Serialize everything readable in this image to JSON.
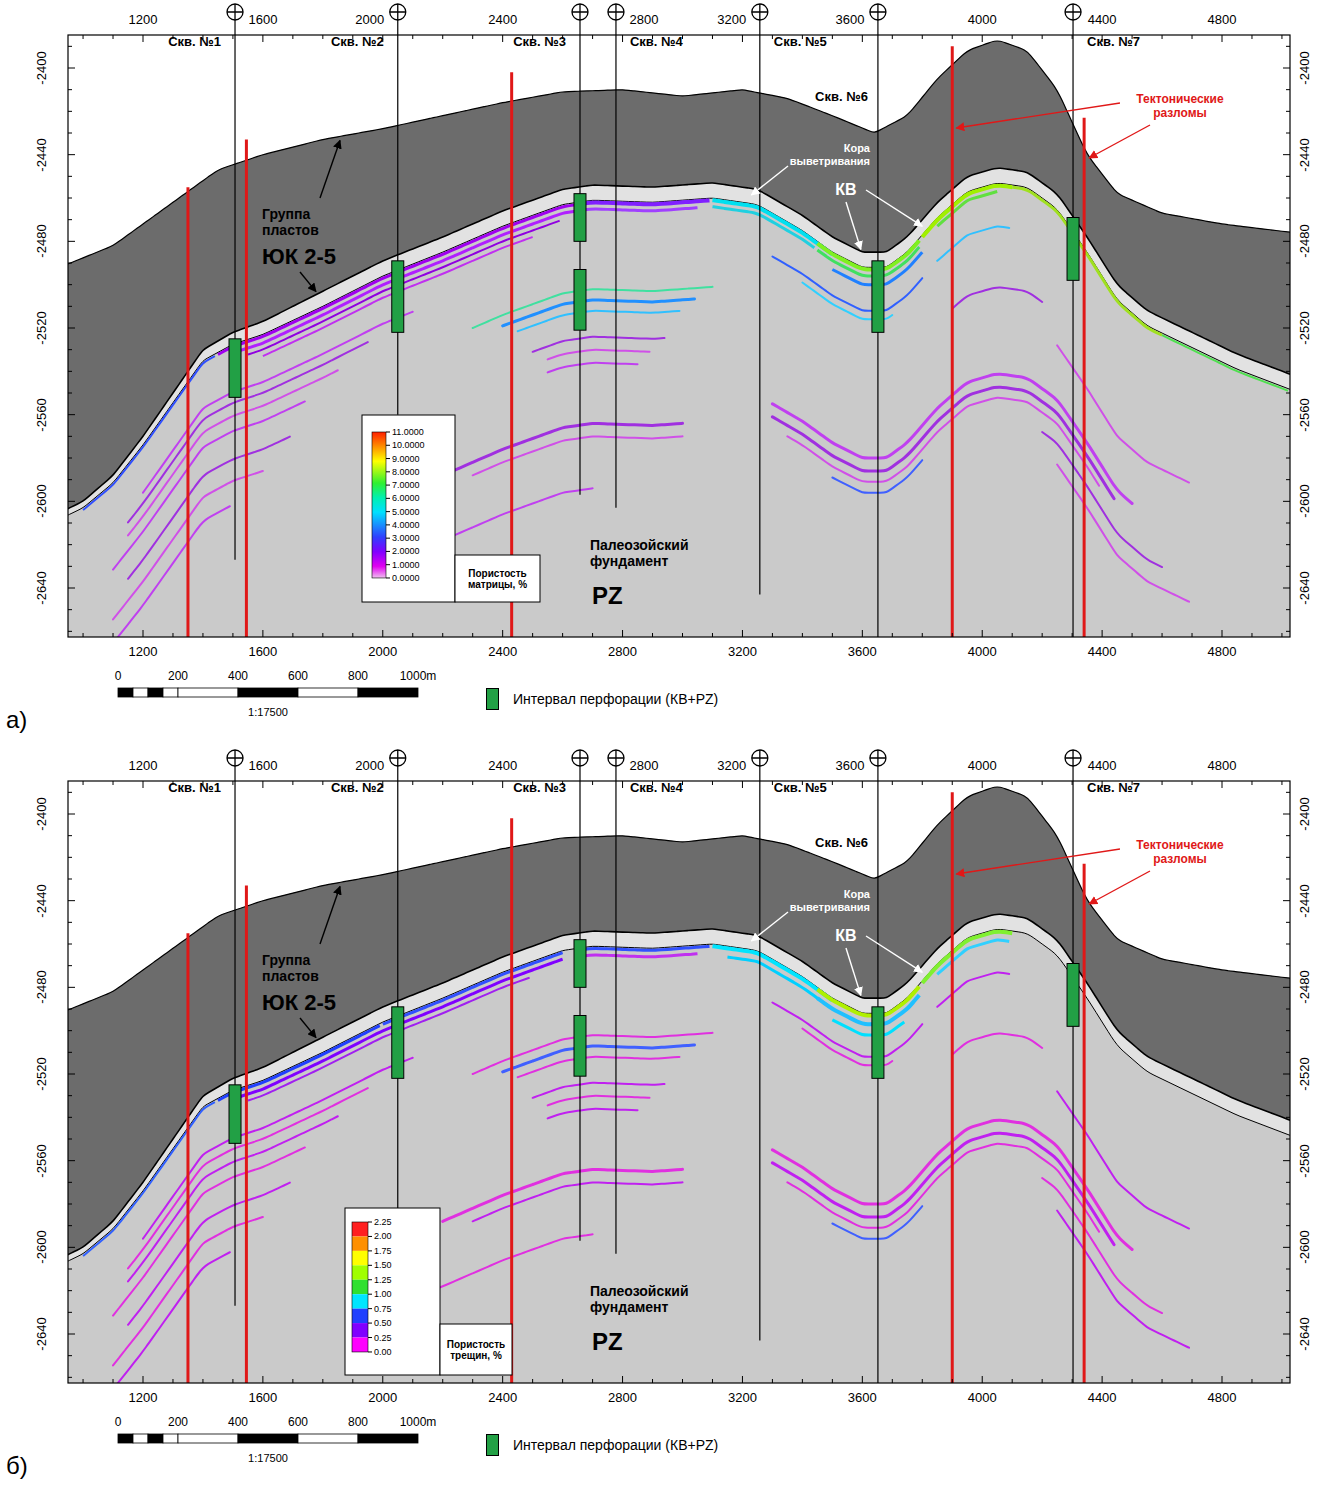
{
  "diagram": {
    "labels": [
      "а)",
      "1200",
      "1600",
      "2000",
      "2400",
      "2800",
      "3200",
      "3600",
      "4000",
      "4400",
      "4800",
      "1200",
      "1600",
      "2000",
      "2400",
      "2800",
      "3200",
      "3600",
      "4000",
      "4400",
      "4800",
      "-2400",
      "-2440",
      "-2480",
      "-2520",
      "-2560",
      "-2600",
      "-2640",
      "-2400",
      "-2440",
      "-2480",
      "-2520",
      "-2560",
      "-2600",
      "-2640",
      "Скв. №1",
      "Скв. №2",
      "Скв. №3",
      "Скв. №4",
      "Скв. №5",
      "Скв. №6",
      "Скв. №7",
      "Тектонические разломы",
      "Кора выветривания",
      "КВ",
      "Группа пластов",
      "ЮК 2-5",
      "Палеозойский фундамент",
      "PZ",
      "11.0000",
      "10.0000",
      "9.0000",
      "8.0000",
      "7.0000",
      "6.0000",
      "5.0000",
      "4.0000",
      "3.0000",
      "2.0000",
      "1.0000",
      "0.0000",
      "Пористость матрицы, %",
      "0",
      "200",
      "400",
      "600",
      "800",
      "1000m",
      "1:17500",
      "б)",
      "1200",
      "1600",
      "2000",
      "2400",
      "2800",
      "3200",
      "3600",
      "4000",
      "4400",
      "4800",
      "1200",
      "1600",
      "2000",
      "2400",
      "2800",
      "3200",
      "3600",
      "4000",
      "4400",
      "4800",
      "-2400",
      "-2440",
      "-2480",
      "-2520",
      "-2560",
      "-2600",
      "-2640",
      "-2400",
      "-2440",
      "-2480",
      "-2520",
      "-2560",
      "-2600",
      "-2640",
      "Скв. №1",
      "Скв. №2",
      "Скв. №3",
      "Скв. №4",
      "Скв. №5",
      "Скв. №6",
      "Скв. №7",
      "Тектонические разломы",
      "Кора выветривания",
      "КВ",
      "Группа пластов",
      "ЮК 2-5",
      "Палеозойский фундамент",
      "PZ",
      "2.25",
      "2.00",
      "1.75",
      "1.50",
      "1.25",
      "1.00",
      "0.75",
      "0.50",
      "0.25",
      "0.00",
      "Пористость трещин, %",
      "0",
      "200",
      "400",
      "600",
      "800",
      "1000m",
      "1:17500"
    ],
    "legend": [
      {
        "text": "Интервал перфорации (КВ+PZ)",
        "color": "#22a045"
      },
      {
        "text": "Интервал перфорации (КВ+PZ)",
        "color": "#22a045"
      }
    ]
  }
}
